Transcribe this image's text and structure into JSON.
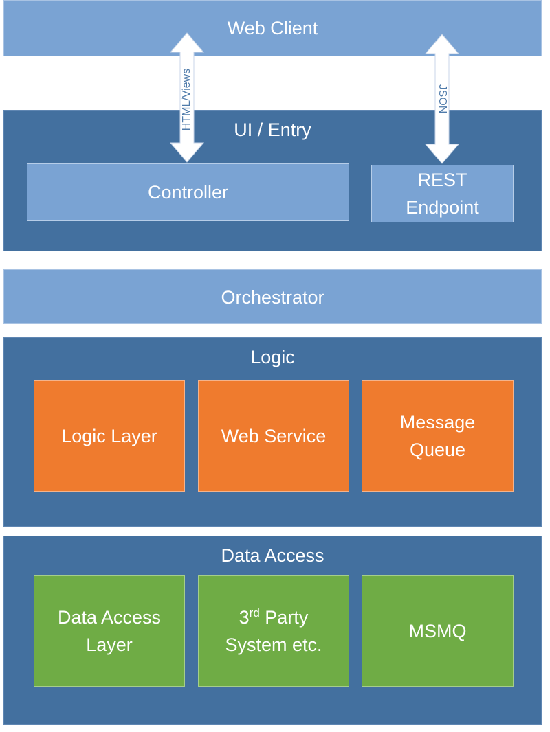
{
  "layers": {
    "web_client": "Web Client",
    "ui_entry": "UI / Entry",
    "orchestrator": "Orchestrator",
    "logic": "Logic",
    "data_access": "Data Access"
  },
  "ui_entry_boxes": {
    "controller": "Controller",
    "rest_line1": "REST",
    "rest_line2": "Endpoint"
  },
  "logic_boxes": {
    "logic_layer": "Logic Layer",
    "web_service": "Web Service",
    "message_line1": "Message",
    "message_line2": "Queue"
  },
  "data_access_boxes": {
    "dal_line1": "Data Access",
    "dal_line2": "Layer",
    "third_party_num": "3",
    "third_party_sup": "rd",
    "third_party_rest": " Party",
    "third_party_line2": "System etc.",
    "msmq": "MSMQ"
  },
  "arrows": {
    "html_views": "HTML/Views",
    "json": "JSON"
  },
  "colors": {
    "light_blue": "#7aa3d3",
    "dark_blue": "#43709f",
    "orange": "#ef7b2e",
    "green": "#6fac45"
  }
}
